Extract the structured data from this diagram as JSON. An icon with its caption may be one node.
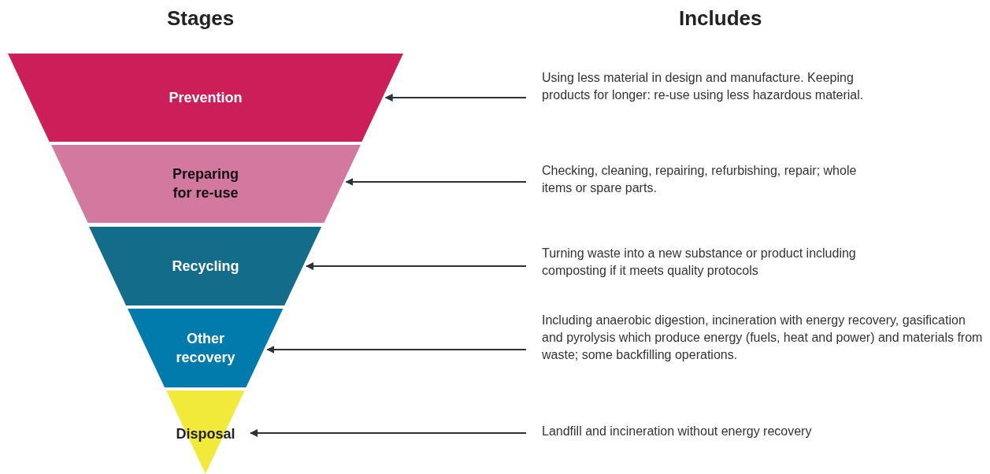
{
  "diagram": {
    "nodes": [
      {
        "text": [
          "Prevention"
        ]
      },
      {
        "text": [
          "Preparing for re-use"
        ]
      },
      {
        "text": [
          "Recycling"
        ]
      },
      {
        "text": [
          "Other recovery"
        ]
      },
      {
        "text": [
          "Disposal"
        ]
      },
      {
        "text": [
          "Using less material in design and manufacture. Keeping products for longer: re-use using less hazardous material."
        ]
      },
      {
        "text": [
          "Checking, cleaning, repairing, refurbishing, repair; whole items or spare parts."
        ]
      },
      {
        "text": [
          "Turning waste into a new substance or product including composting if it meets quality protocols"
        ]
      },
      {
        "text": [
          "Including anaerobic digestion, incineration with energy recovery, gasification and pyrolysis which produce energy (fuels, heat and power) and materials from waste; some backfilling operations."
        ]
      },
      {
        "text": [
          "Landfill and incineration without energy recovery"
        ]
      }
    ],
    "edges": [
      {
        "from": 5,
        "to": 0,
        "arrow": "to"
      },
      {
        "from": 6,
        "to": 1,
        "arrow": "to"
      },
      {
        "from": 7,
        "to": 2,
        "arrow": "to"
      },
      {
        "from": 8,
        "to": 3,
        "arrow": "to"
      },
      {
        "from": 9,
        "to": 4,
        "arrow": "to"
      }
    ],
    "labels": [
      "Stages",
      "Includes"
    ]
  }
}
